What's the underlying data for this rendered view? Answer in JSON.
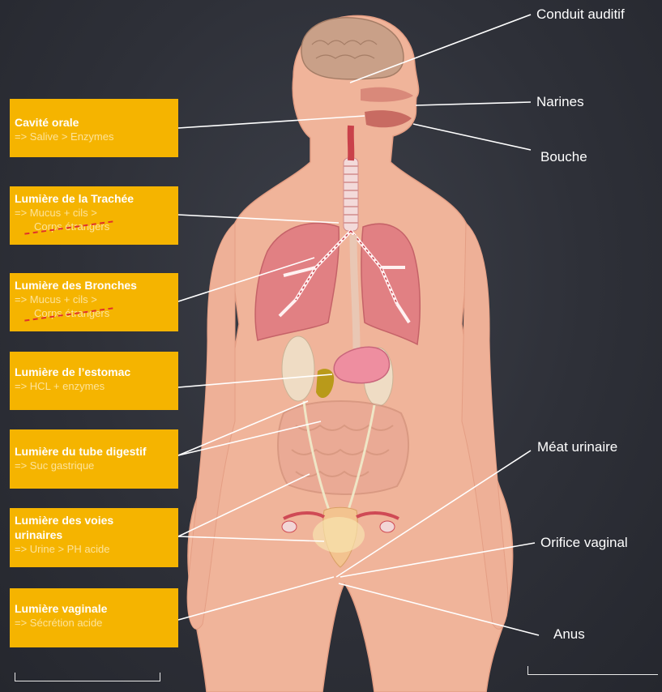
{
  "left_boxes": [
    {
      "title": "Cavité orale",
      "lines": [
        "=> Salive > Enzymes"
      ]
    },
    {
      "title": "Lumière de la Trachée",
      "lines": [
        "=> Mucus + cils >",
        "Corps étrangers"
      ]
    },
    {
      "title": "Lumière des Bronches",
      "lines": [
        "=> Mucus + cils >",
        "Corps étrangers"
      ]
    },
    {
      "title": "Lumière de l’estomac",
      "lines": [
        "=> HCL + enzymes"
      ]
    },
    {
      "title": "Lumière du tube digestif",
      "lines": [
        "=> Suc gastrique"
      ]
    },
    {
      "title": "Lumière des voies urinaires",
      "lines": [
        "=> Urine > PH acide"
      ]
    },
    {
      "title": "Lumière vaginale",
      "lines": [
        "=> Sécrétion acide"
      ]
    }
  ],
  "right_labels": {
    "conduit_auditif": "Conduit auditif",
    "narines": "Narines",
    "bouche": "Bouche",
    "meat_urinaire": "Méat urinaire",
    "orifice_vaginal": "Orifice vaginal",
    "anus": "Anus"
  },
  "colors": {
    "box_fill": "#f5b400",
    "box_title": "#ffffff",
    "box_text": "#fde39a",
    "leader_line": "#ffffff",
    "skin": "#f0b49a",
    "strike": "#e0322a"
  }
}
